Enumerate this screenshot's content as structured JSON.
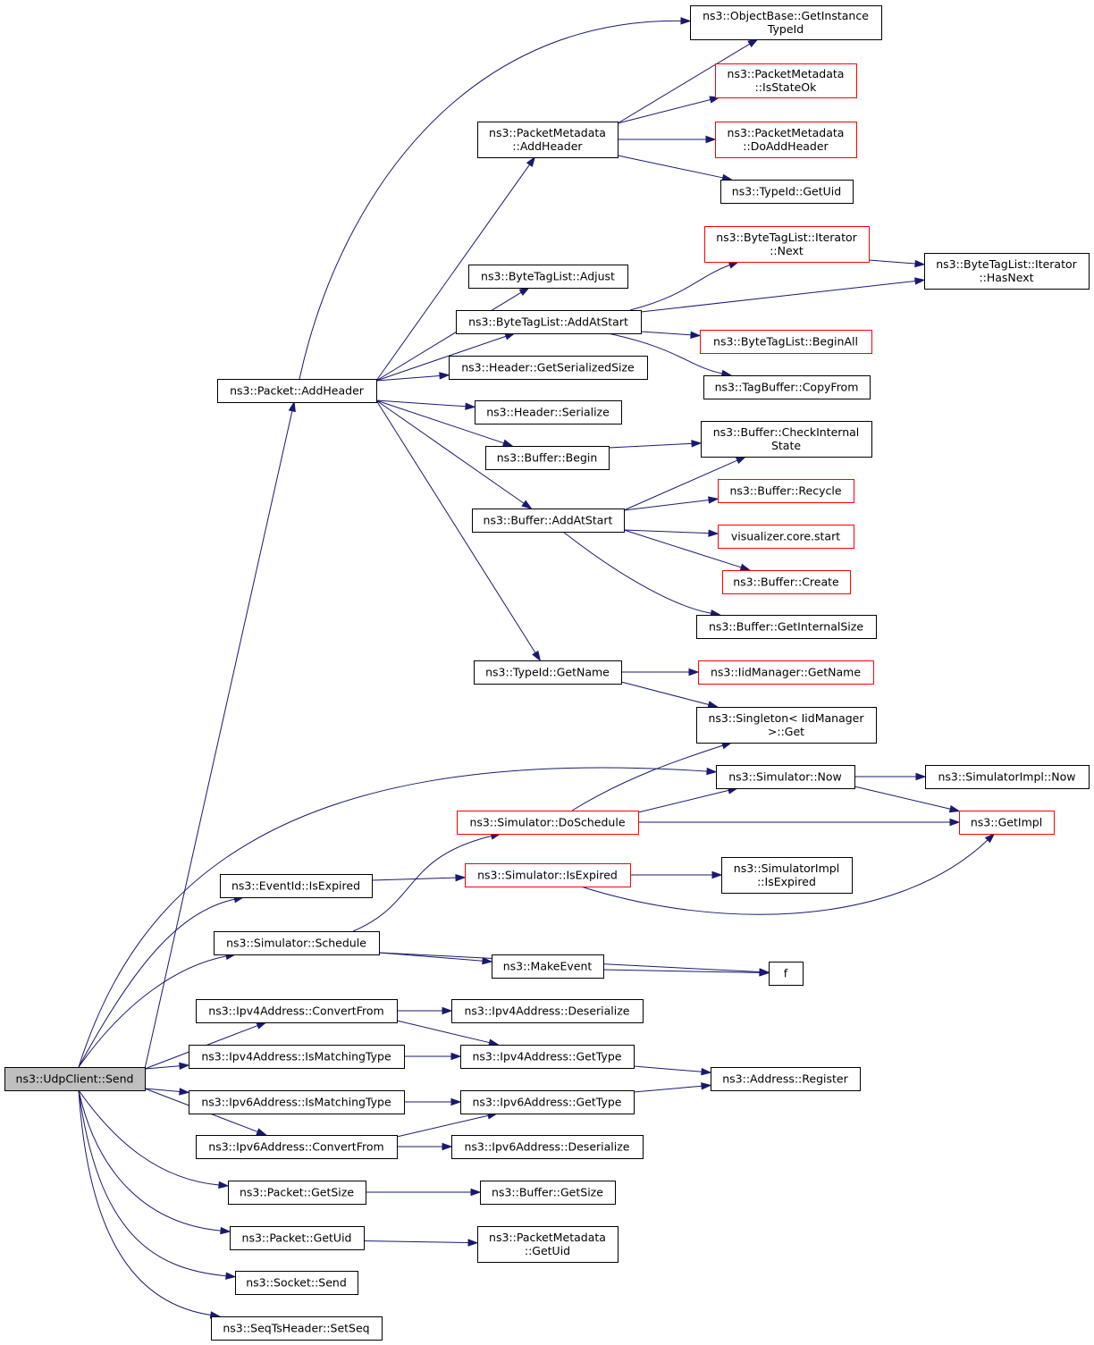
{
  "graph": {
    "nodes": [
      {
        "id": "udpclient_send",
        "label": [
          "ns3::UdpClient::Send"
        ],
        "style": "root"
      },
      {
        "id": "packet_addheader",
        "label": [
          "ns3::Packet::AddHeader"
        ],
        "style": "normal"
      },
      {
        "id": "objectbase_getinstancetypeid",
        "label": [
          "ns3::ObjectBase::GetInstance",
          "TypeId"
        ],
        "style": "normal"
      },
      {
        "id": "packetmetadata_isstateok",
        "label": [
          "ns3::PacketMetadata",
          "::IsStateOk"
        ],
        "style": "red"
      },
      {
        "id": "packetmetadata_addheader",
        "label": [
          "ns3::PacketMetadata",
          "::AddHeader"
        ],
        "style": "normal"
      },
      {
        "id": "packetmetadata_doaddheader",
        "label": [
          "ns3::PacketMetadata",
          "::DoAddHeader"
        ],
        "style": "red"
      },
      {
        "id": "typeid_getuid",
        "label": [
          "ns3::TypeId::GetUid"
        ],
        "style": "normal"
      },
      {
        "id": "bytetaglist_iterator_next",
        "label": [
          "ns3::ByteTagList::Iterator",
          "::Next"
        ],
        "style": "red"
      },
      {
        "id": "bytetaglist_iterator_hasnext",
        "label": [
          "ns3::ByteTagList::Iterator",
          "::HasNext"
        ],
        "style": "normal"
      },
      {
        "id": "bytetaglist_adjust",
        "label": [
          "ns3::ByteTagList::Adjust"
        ],
        "style": "normal"
      },
      {
        "id": "bytetaglist_addatstart",
        "label": [
          "ns3::ByteTagList::AddAtStart"
        ],
        "style": "normal"
      },
      {
        "id": "bytetaglist_beginall",
        "label": [
          "ns3::ByteTagList::BeginAll"
        ],
        "style": "red"
      },
      {
        "id": "header_getserializedsize",
        "label": [
          "ns3::Header::GetSerializedSize"
        ],
        "style": "normal"
      },
      {
        "id": "tagbuffer_copyfrom",
        "label": [
          "ns3::TagBuffer::CopyFrom"
        ],
        "style": "normal"
      },
      {
        "id": "header_serialize",
        "label": [
          "ns3::Header::Serialize"
        ],
        "style": "normal"
      },
      {
        "id": "buffer_checkinternalstate",
        "label": [
          "ns3::Buffer::CheckInternal",
          "State"
        ],
        "style": "normal"
      },
      {
        "id": "buffer_begin",
        "label": [
          "ns3::Buffer::Begin"
        ],
        "style": "normal"
      },
      {
        "id": "buffer_recycle",
        "label": [
          "ns3::Buffer::Recycle"
        ],
        "style": "red"
      },
      {
        "id": "buffer_addatstart",
        "label": [
          "ns3::Buffer::AddAtStart"
        ],
        "style": "normal"
      },
      {
        "id": "visualizer_core_start",
        "label": [
          "visualizer.core.start"
        ],
        "style": "red"
      },
      {
        "id": "buffer_create",
        "label": [
          "ns3::Buffer::Create"
        ],
        "style": "red"
      },
      {
        "id": "buffer_getinternalsize",
        "label": [
          "ns3::Buffer::GetInternalSize"
        ],
        "style": "normal"
      },
      {
        "id": "typeid_getname",
        "label": [
          "ns3::TypeId::GetName"
        ],
        "style": "normal"
      },
      {
        "id": "iidmanager_getname",
        "label": [
          "ns3::IidManager::GetName"
        ],
        "style": "red"
      },
      {
        "id": "singleton_get",
        "label": [
          "ns3::Singleton< IidManager",
          ">::Get"
        ],
        "style": "normal"
      },
      {
        "id": "simulator_now",
        "label": [
          "ns3::Simulator::Now"
        ],
        "style": "normal"
      },
      {
        "id": "simulatorimpl_now",
        "label": [
          "ns3::SimulatorImpl::Now"
        ],
        "style": "normal"
      },
      {
        "id": "simulator_doschedule",
        "label": [
          "ns3::Simulator::DoSchedule"
        ],
        "style": "red"
      },
      {
        "id": "getimpl",
        "label": [
          "ns3::GetImpl"
        ],
        "style": "red"
      },
      {
        "id": "eventid_isexpired",
        "label": [
          "ns3::EventId::IsExpired"
        ],
        "style": "normal"
      },
      {
        "id": "simulator_isexpired",
        "label": [
          "ns3::Simulator::IsExpired"
        ],
        "style": "red"
      },
      {
        "id": "simulatorimpl_isexpired",
        "label": [
          "ns3::SimulatorImpl",
          "::IsExpired"
        ],
        "style": "normal"
      },
      {
        "id": "simulator_schedule",
        "label": [
          "ns3::Simulator::Schedule"
        ],
        "style": "normal"
      },
      {
        "id": "makeevent",
        "label": [
          "ns3::MakeEvent"
        ],
        "style": "normal"
      },
      {
        "id": "f",
        "label": [
          "f"
        ],
        "style": "normal"
      },
      {
        "id": "ipv4address_convertfrom",
        "label": [
          "ns3::Ipv4Address::ConvertFrom"
        ],
        "style": "normal"
      },
      {
        "id": "ipv4address_deserialize",
        "label": [
          "ns3::Ipv4Address::Deserialize"
        ],
        "style": "normal"
      },
      {
        "id": "ipv4address_ismatchingtype",
        "label": [
          "ns3::Ipv4Address::IsMatchingType"
        ],
        "style": "normal"
      },
      {
        "id": "ipv4address_gettype",
        "label": [
          "ns3::Ipv4Address::GetType"
        ],
        "style": "normal"
      },
      {
        "id": "address_register",
        "label": [
          "ns3::Address::Register"
        ],
        "style": "normal"
      },
      {
        "id": "ipv6address_ismatchingtype",
        "label": [
          "ns3::Ipv6Address::IsMatchingType"
        ],
        "style": "normal"
      },
      {
        "id": "ipv6address_gettype",
        "label": [
          "ns3::Ipv6Address::GetType"
        ],
        "style": "normal"
      },
      {
        "id": "ipv6address_convertfrom",
        "label": [
          "ns3::Ipv6Address::ConvertFrom"
        ],
        "style": "normal"
      },
      {
        "id": "ipv6address_deserialize",
        "label": [
          "ns3::Ipv6Address::Deserialize"
        ],
        "style": "normal"
      },
      {
        "id": "packet_getsize",
        "label": [
          "ns3::Packet::GetSize"
        ],
        "style": "normal"
      },
      {
        "id": "buffer_getsize",
        "label": [
          "ns3::Buffer::GetSize"
        ],
        "style": "normal"
      },
      {
        "id": "packet_getuid",
        "label": [
          "ns3::Packet::GetUid"
        ],
        "style": "normal"
      },
      {
        "id": "packetmetadata_getuid",
        "label": [
          "ns3::PacketMetadata",
          "::GetUid"
        ],
        "style": "normal"
      },
      {
        "id": "socket_send",
        "label": [
          "ns3::Socket::Send"
        ],
        "style": "normal"
      },
      {
        "id": "seqtsheader_setseq",
        "label": [
          "ns3::SeqTsHeader::SetSeq"
        ],
        "style": "normal"
      }
    ],
    "edges": [
      [
        "udpclient_send",
        "packet_addheader"
      ],
      [
        "udpclient_send",
        "simulator_now"
      ],
      [
        "udpclient_send",
        "eventid_isexpired"
      ],
      [
        "udpclient_send",
        "simulator_schedule"
      ],
      [
        "udpclient_send",
        "ipv4address_convertfrom"
      ],
      [
        "udpclient_send",
        "ipv4address_ismatchingtype"
      ],
      [
        "udpclient_send",
        "ipv6address_ismatchingtype"
      ],
      [
        "udpclient_send",
        "ipv6address_convertfrom"
      ],
      [
        "udpclient_send",
        "packet_getsize"
      ],
      [
        "udpclient_send",
        "packet_getuid"
      ],
      [
        "udpclient_send",
        "socket_send"
      ],
      [
        "udpclient_send",
        "seqtsheader_setseq"
      ],
      [
        "packet_addheader",
        "objectbase_getinstancetypeid"
      ],
      [
        "packet_addheader",
        "packetmetadata_addheader"
      ],
      [
        "packet_addheader",
        "bytetaglist_adjust"
      ],
      [
        "packet_addheader",
        "bytetaglist_addatstart"
      ],
      [
        "packet_addheader",
        "header_getserializedsize"
      ],
      [
        "packet_addheader",
        "header_serialize"
      ],
      [
        "packet_addheader",
        "buffer_begin"
      ],
      [
        "packet_addheader",
        "buffer_addatstart"
      ],
      [
        "packet_addheader",
        "typeid_getname"
      ],
      [
        "packetmetadata_addheader",
        "objectbase_getinstancetypeid"
      ],
      [
        "packetmetadata_addheader",
        "packetmetadata_isstateok"
      ],
      [
        "packetmetadata_addheader",
        "packetmetadata_doaddheader"
      ],
      [
        "packetmetadata_addheader",
        "typeid_getuid"
      ],
      [
        "bytetaglist_addatstart",
        "bytetaglist_iterator_next"
      ],
      [
        "bytetaglist_addatstart",
        "bytetaglist_iterator_hasnext"
      ],
      [
        "bytetaglist_addatstart",
        "bytetaglist_beginall"
      ],
      [
        "bytetaglist_addatstart",
        "tagbuffer_copyfrom"
      ],
      [
        "bytetaglist_iterator_next",
        "bytetaglist_iterator_hasnext"
      ],
      [
        "buffer_begin",
        "buffer_checkinternalstate"
      ],
      [
        "buffer_addatstart",
        "buffer_checkinternalstate"
      ],
      [
        "buffer_addatstart",
        "buffer_recycle"
      ],
      [
        "buffer_addatstart",
        "visualizer_core_start"
      ],
      [
        "buffer_addatstart",
        "buffer_create"
      ],
      [
        "buffer_addatstart",
        "buffer_getinternalsize"
      ],
      [
        "typeid_getname",
        "iidmanager_getname"
      ],
      [
        "typeid_getname",
        "singleton_get"
      ],
      [
        "simulator_now",
        "simulatorimpl_now"
      ],
      [
        "simulator_now",
        "getimpl"
      ],
      [
        "simulator_doschedule",
        "singleton_get"
      ],
      [
        "simulator_doschedule",
        "simulator_now"
      ],
      [
        "simulator_doschedule",
        "getimpl"
      ],
      [
        "eventid_isexpired",
        "simulator_isexpired"
      ],
      [
        "simulator_isexpired",
        "simulatorimpl_isexpired"
      ],
      [
        "simulator_isexpired",
        "getimpl"
      ],
      [
        "simulator_schedule",
        "simulator_doschedule"
      ],
      [
        "simulator_schedule",
        "f"
      ],
      [
        "simulator_schedule",
        "makeevent"
      ],
      [
        "makeevent",
        "f"
      ],
      [
        "ipv4address_convertfrom",
        "ipv4address_deserialize"
      ],
      [
        "ipv4address_convertfrom",
        "ipv4address_gettype"
      ],
      [
        "ipv4address_ismatchingtype",
        "ipv4address_gettype"
      ],
      [
        "ipv4address_gettype",
        "address_register"
      ],
      [
        "ipv6address_ismatchingtype",
        "ipv6address_gettype"
      ],
      [
        "ipv6address_gettype",
        "address_register"
      ],
      [
        "ipv6address_convertfrom",
        "ipv6address_gettype"
      ],
      [
        "ipv6address_convertfrom",
        "ipv6address_deserialize"
      ],
      [
        "packet_getsize",
        "buffer_getsize"
      ],
      [
        "packet_getuid",
        "packetmetadata_getuid"
      ]
    ]
  }
}
